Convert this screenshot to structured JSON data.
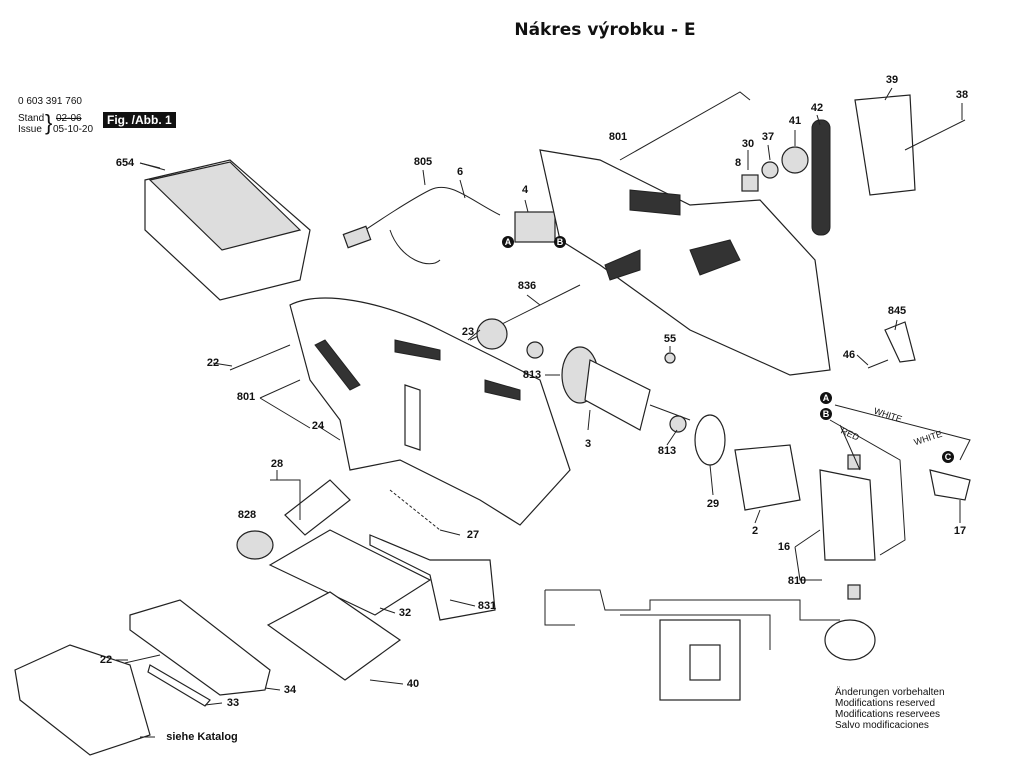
{
  "title": "Nákres výrobku - E",
  "header": {
    "part_number": "0 603 391 760",
    "stand_label": "Stand",
    "issue_label": "Issue",
    "old_date": "02-06",
    "date": "05-10-20",
    "figure": "Fig. /Abb. 1"
  },
  "labels": [
    "654",
    "805",
    "6",
    "4",
    "801",
    "30",
    "37",
    "41",
    "42",
    "39",
    "38",
    "8",
    "836",
    "23",
    "22",
    "55",
    "813",
    "845",
    "46",
    "801",
    "24",
    "3",
    "813",
    "28",
    "828",
    "27",
    "29",
    "2",
    "16",
    "17",
    "810",
    "831",
    "32",
    "22",
    "33",
    "34",
    "40",
    "siehe Katalog"
  ],
  "connectors": {
    "a": "A",
    "b": "B",
    "c": "C",
    "white1": "WHITE",
    "white2": "WHITE",
    "red": "RED"
  },
  "notes": [
    "Änderungen vorbehalten",
    "Modifications reserved",
    "Modifications reservees",
    "Salvo modificaciones"
  ]
}
